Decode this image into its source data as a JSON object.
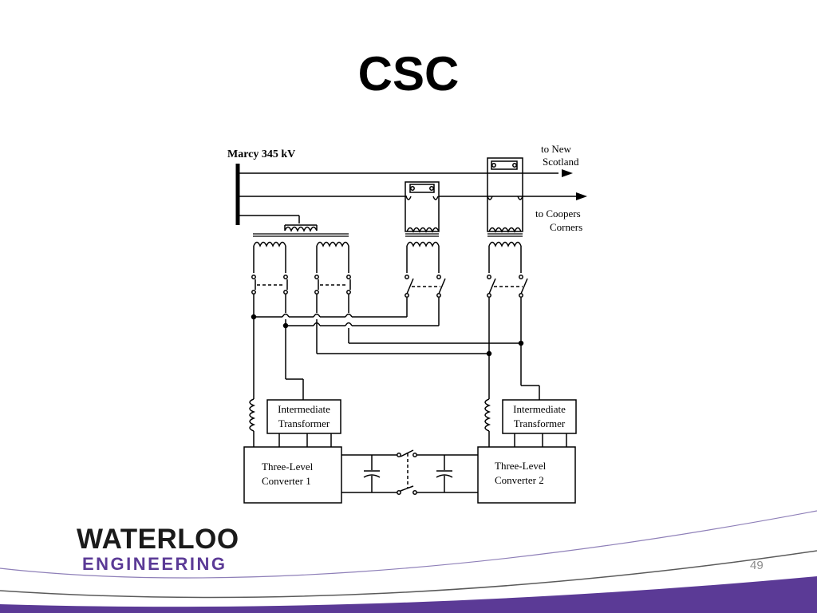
{
  "slide": {
    "title": "CSC",
    "page_number": "49"
  },
  "diagram": {
    "bus_label": "Marcy 345 kV",
    "line_to_new_scotland": [
      "to New",
      "Scotland"
    ],
    "line_to_coopers_corners": [
      "to Coopers",
      "Corners"
    ],
    "intermediate_transformer_1": [
      "Intermediate",
      "Transformer"
    ],
    "intermediate_transformer_2": [
      "Intermediate",
      "Transformer"
    ],
    "converter_1": [
      "Three-Level",
      "Converter 1"
    ],
    "converter_2": [
      "Three-Level",
      "Converter 2"
    ]
  },
  "logo": {
    "line1": "WATERLOO",
    "line2": "ENGINEERING"
  },
  "colors": {
    "brand_purple": "#5b3a96",
    "footer_gray": "#5a5a5a"
  }
}
